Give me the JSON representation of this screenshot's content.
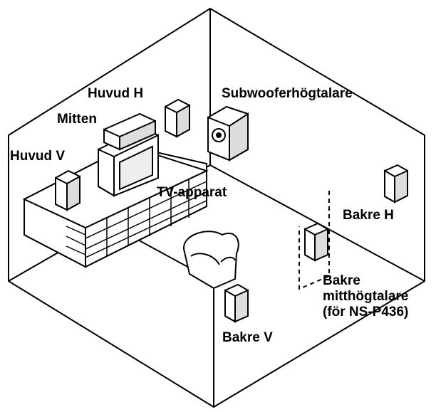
{
  "labels": {
    "front_right": "Huvud H",
    "center": "Mitten",
    "front_left": "Huvud V",
    "subwoofer": "Subwooferhögtalare",
    "tv": "TV-apparat",
    "surround_right": "Bakre H",
    "surround_back_line1": "Bakre",
    "surround_back_line2": "mitthögtalare",
    "surround_back_line3": "(för NS-P436)",
    "surround_left": "Bakre V"
  },
  "colors": {
    "line": "#000000",
    "fill": "#ffffff",
    "shade": "#555555"
  }
}
